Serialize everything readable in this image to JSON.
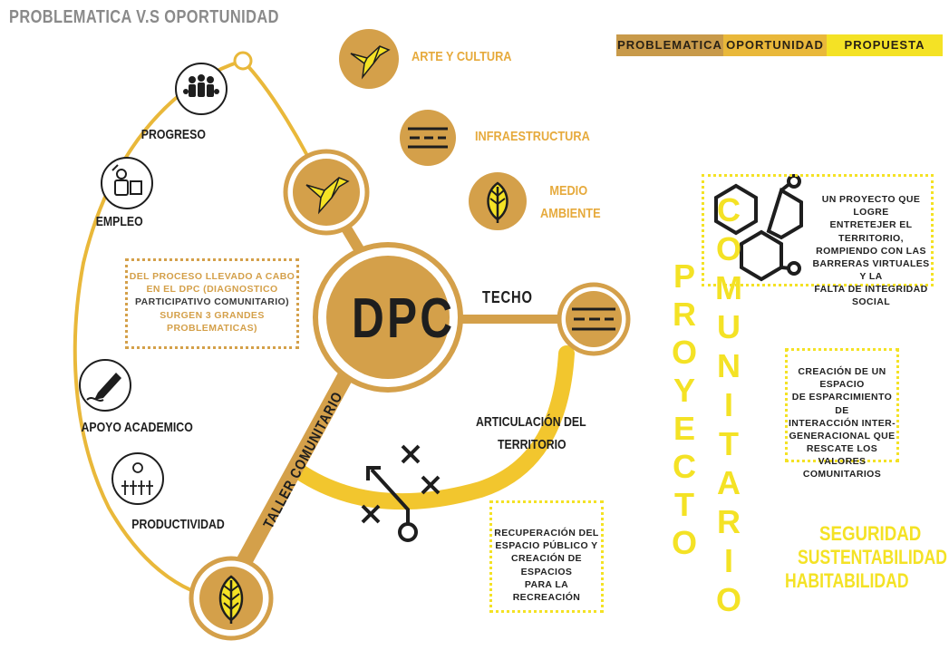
{
  "header": {
    "title": "PROBLEMATICA V.S OPORTUNIDAD"
  },
  "legend": {
    "items": [
      "PROBLEMATICA",
      "OPORTUNIDAD",
      "PROPUESTA"
    ]
  },
  "colors": {
    "problematica": "#c89a4a",
    "oportunidad": "#e9b83a",
    "propuesta": "#f4e225",
    "dark": "#1e1e1e",
    "circle_fill": "#d4a04a"
  },
  "left_labels": {
    "progreso": "PROGRESO",
    "empleo": "EMPLEO",
    "apoyo": "APOYO ACADEMICO",
    "productividad": "PRODUCTIVIDAD"
  },
  "opportunities": {
    "arte": "ARTE Y CULTURA",
    "infra": "INFRAESTRUCTURA",
    "medio_1": "MEDIO",
    "medio_2": "AMBIENTE"
  },
  "center": {
    "title": "DPC"
  },
  "branches": {
    "techo": "TECHO",
    "taller": "TALLER COMUNITARIO",
    "articulacion_1": "ARTICULACIÓN DEL",
    "articulacion_2": "TERRITORIO"
  },
  "info_box": {
    "line1": "DEL PROCESO LLEVADO A CABO",
    "line2": "EN EL DPC (DIAGNOSTICO",
    "line3": "PARTICIPATIVO COMUNITARIO)",
    "line4": "SURGEN 3 GRANDES",
    "line5": "PROBLEMATICAS)"
  },
  "boxes": {
    "recuperacion": [
      "RECUPERACIÓN DEL",
      "ESPACIO PÚBLICO Y",
      "CREACIÓN DE ESPACIOS",
      "PARA LA RECREACIÓN"
    ],
    "proyecto_desc": [
      "UN PROYECTO QUE LOGRE",
      "ENTRETEJER EL TERRITORIO,",
      "ROMPIENDO CON LAS",
      "BARRERAS VIRTUALES Y LA",
      "FALTA DE INTEGRIDAD SOCIAL"
    ],
    "espacio": [
      "CREACIÓN DE UN ESPACIO",
      "DE ESPARCIMIENTO DE",
      "INTERACCIÓN INTER-",
      "GENERACIONAL QUE",
      "RESCATE LOS VALORES",
      "COMUNITARIOS"
    ]
  },
  "vertical": {
    "proyecto": [
      "P",
      "R",
      "O",
      "Y",
      "E",
      "C",
      "T",
      "O"
    ],
    "comunitario": [
      "C",
      "O",
      "M",
      "U",
      "N",
      "I",
      "T",
      "A",
      "R",
      "I",
      "O"
    ]
  },
  "values": {
    "seguridad": "SEGURIDAD",
    "sustentabilidad": "SUSTENTABILIDAD",
    "habitabilidad": "HABITABILIDAD"
  },
  "icons": [
    "people-group-icon",
    "worker-icon",
    "pencil-icon",
    "crops-icon",
    "origami-bird-icon",
    "road-icon",
    "leaf-icon",
    "strategy-icon",
    "hexagon-network-icon"
  ]
}
